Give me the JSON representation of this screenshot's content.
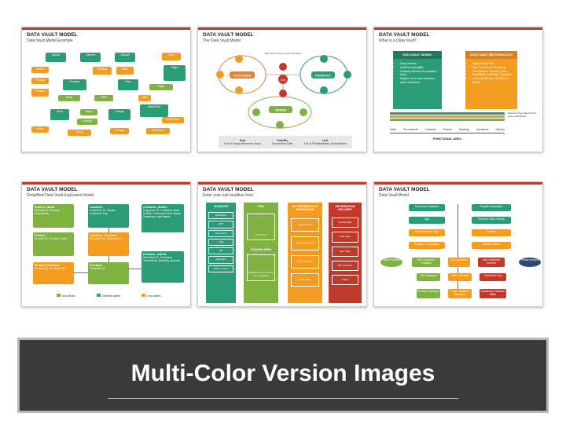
{
  "banner": {
    "title": "Multi-Color Version Images"
  },
  "slides": [
    {
      "title": "DATA VAULT MODEL",
      "subtitle": "Data Vault Model Example",
      "labels": {
        "airline": "Airline",
        "aircraft": "Aircraft",
        "flight": "Flight",
        "product": "Product",
        "sale": "Sale",
        "shop": "Shop",
        "lounge": "Lounge",
        "date": "Date/Time"
      }
    },
    {
      "title": "DATA VAULT MODEL",
      "subtitle": "The Data Vault Model",
      "labels": {
        "customer": "CUSTOMER",
        "product": "PRODUCT",
        "order": "ORDER",
        "link": "Link",
        "sat": "Sat",
        "note": "Records a history of the interaction"
      },
      "legend": [
        {
          "h": "Hub",
          "d": "List of Unique Business Keys"
        },
        {
          "h": "Satellite",
          "d": "Descriptive Data"
        },
        {
          "h": "Link",
          "d": "List of Relationships, Associations"
        }
      ]
    },
    {
      "title": "DATA VAULT MODEL",
      "subtitle": "What is a Data Vault?",
      "col1": {
        "head": "DATA VAULT MODEL",
        "items": [
          "Detail oriented",
          "Historical traceability",
          "Uniquely linked set of normalized tables",
          "Support one or more functional areas of business"
        ]
      },
      "col2": {
        "head": "DATA VAULT METHODOLOGY",
        "items": [
          "CMMI, Project Plan",
          "Risk, Governance, Versioning",
          "Peer Reviews, Release Cycles",
          "Repeatable, Consistent, Optimized",
          "Complete with best Practices for BI/DW"
        ]
      },
      "axis": [
        "Sales",
        "Procurement",
        "Contracts",
        "Finance",
        "Planning",
        "Operations",
        "Delivery"
      ],
      "axis_title": "FUNCTIONAL AREA",
      "side": "Business Keys Span/Cross Lines of Business"
    },
    {
      "title": "DATA VAULT MODEL",
      "subtitle": "Simplified Data Vault Equivalent Model",
      "boxes": [
        {
          "h": "Product_Attrib",
          "i": "Product ID, Product Description"
        },
        {
          "h": "Customer",
          "i": "Customer ID, Master Customer Key"
        },
        {
          "h": "Customer_Attribs",
          "i": "Customer ID, Customer Date of Birth, Customer First Name, Customer Last Name"
        },
        {
          "h": "Product",
          "i": "Product ID, Product Code"
        },
        {
          "h": "Customer_Purchase",
          "i": "Purchase ID, Customer ID"
        },
        {
          "h": "Product_Purchase",
          "i": "Product ID, Purchase ID"
        },
        {
          "h": "Purchase",
          "i": "Purchase ID"
        },
        {
          "h": "Purchase_Attribs",
          "i": "Purchase ID, Purchase Timestamp, Quantity, Amount"
        }
      ],
      "legend": [
        "Hub tables",
        "Satellite tables",
        "Link tables"
      ]
    },
    {
      "title": "DATA VAULT MODEL",
      "subtitle": "Enter your sub headline here",
      "cols": [
        "SOURCES",
        "PSA",
        "ENTERPRISE DATA WAREHOUSE",
        "INFORMATION DELIVERY"
      ],
      "sources": [
        "SENSORS",
        "ERP",
        "Accounting",
        "CRM",
        "HR",
        "Flat Files",
        "Other sources"
      ],
      "psa": [
        "Persistent",
        "STAGING AREA",
        "Staging Area (Transient, non-persistent)"
      ],
      "edw": [
        "Metrics Vault",
        "Operational Vault",
        "Business Vault",
        "Data Vault"
      ],
      "delivery": [
        "Metrics Mart",
        "Meta Mart",
        "Error Mart",
        "Star Schemas",
        "Cubes"
      ]
    },
    {
      "title": "DATA VAULT MODEL",
      "subtitle": "Data Vault Model",
      "items": [
        "Commute Distance",
        "Age",
        "House Owner Flag",
        "English Occupation",
        "English Education",
        "Number Cars Owned",
        "Gender",
        "Marital Status",
        "Total Children",
        "Sat Customer Children",
        "Sat Customer",
        "Sat Customer Income",
        "Yearly Income",
        "Sat Category",
        "Hub Customer",
        "Customer Key",
        "Product Category",
        "L Sat Customer Distance",
        "Commute Distance Miles"
      ]
    }
  ]
}
